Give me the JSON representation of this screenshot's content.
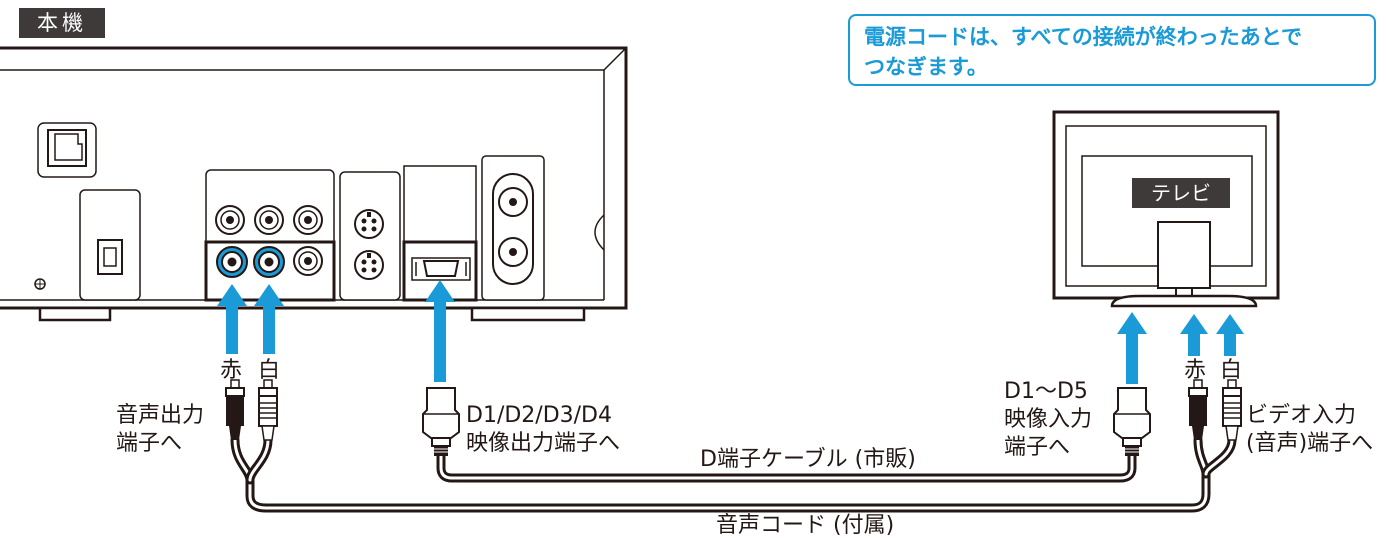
{
  "unit_label": "本機",
  "note": {
    "line1": "電源コードは、すべての接続が終わったあとで",
    "line2": "つなぎます。"
  },
  "tv_label": "テレビ",
  "left_audio": {
    "red": "赤",
    "white": "白",
    "line1": "音声出力",
    "line2": "端子へ"
  },
  "d_output": {
    "line1": "D1/D2/D3/D4",
    "line2": "映像出力端子へ"
  },
  "d_cable": "D端子ケーブル (市販)",
  "d_input": {
    "line1": "D1～D5",
    "line2": "映像入力",
    "line3": "端子へ"
  },
  "right_audio": {
    "red": "赤",
    "white": "白",
    "line1": "ビデオ入力",
    "line2": "(音声)端子へ"
  },
  "audio_cord": "音声コード (付属)",
  "colors": {
    "arrow": "#1a9ad6",
    "line": "#231815",
    "note": "#1a9ad6",
    "tag": "#3e3a39"
  }
}
